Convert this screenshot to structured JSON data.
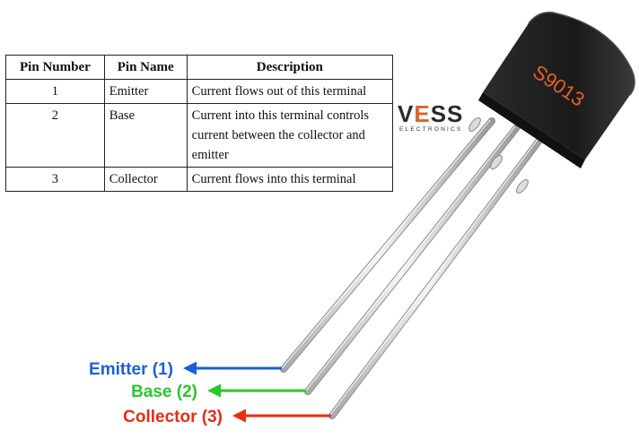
{
  "table": {
    "headers": [
      "Pin Number",
      "Pin Name",
      "Description"
    ],
    "rows": [
      {
        "number": "1",
        "name": "Emitter",
        "description": "Current flows out of this terminal"
      },
      {
        "number": "2",
        "name": "Base",
        "description": "Current into this terminal controls current between the collector and emitter"
      },
      {
        "number": "3",
        "name": "Collector",
        "description": "Current flows into this terminal"
      }
    ]
  },
  "brand": {
    "name": "VESS",
    "subtitle": "ELECTRONICS",
    "accent_color": "#e0612a"
  },
  "transistor": {
    "marking": "S9013",
    "marking_color": "#e0612a",
    "body_color": "#1e1e1e"
  },
  "pins": [
    {
      "label": "Emitter (1)",
      "color": "#1a5fd6"
    },
    {
      "label": "Base (2)",
      "color": "#2bc62b"
    },
    {
      "label": "Collector (3)",
      "color": "#e82c14"
    }
  ]
}
